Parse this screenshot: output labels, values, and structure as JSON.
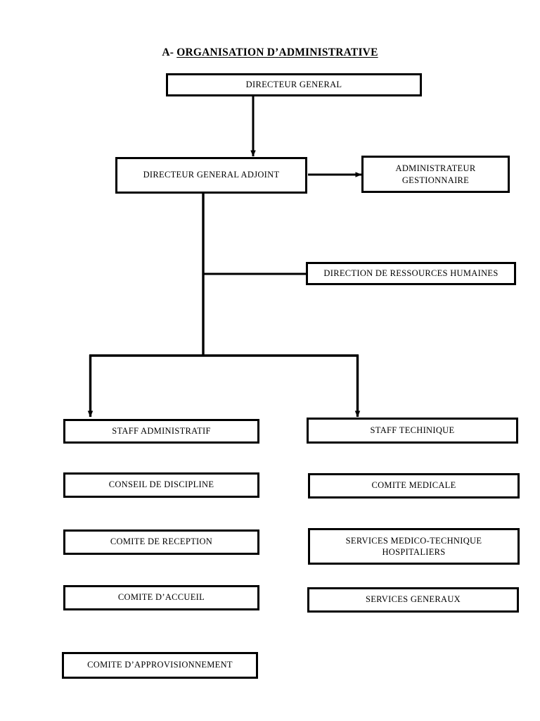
{
  "document": {
    "title_prefix": "A- ",
    "title_main": "ORGANISATION D’ADMINISTRATIVE",
    "background_color": "#ffffff",
    "line_color": "#000000"
  },
  "chart_nodes": {
    "directeur_general": "DIRECTEUR GENERAL",
    "directeur_general_adjoint": "DIRECTEUR GENERAL ADJOINT",
    "administrateur_gestionnaire": "ADMINISTRATEUR\nGESTIONNAIRE",
    "direction_ressources_humaines": "DIRECTION DE RESSOURCES HUMAINES",
    "staff_administratif": "STAFF ADMINISTRATIF",
    "staff_techinique": "STAFF TECHINIQUE",
    "conseil_de_discipline": "CONSEIL DE DISCIPLINE",
    "comite_medicale": "COMITE MEDICALE",
    "comite_de_reception": "COMITE DE RECEPTION",
    "services_medico_technique": "SERVICES MEDICO-TECHNIQUE\nHOSPITALIERS",
    "comite_d_accueil": "COMITE D’ACCUEIL",
    "services_generaux": "SERVICES GENERAUX",
    "comite_d_approvisionnement": "COMITE D’APPROVISIONNEMENT"
  }
}
